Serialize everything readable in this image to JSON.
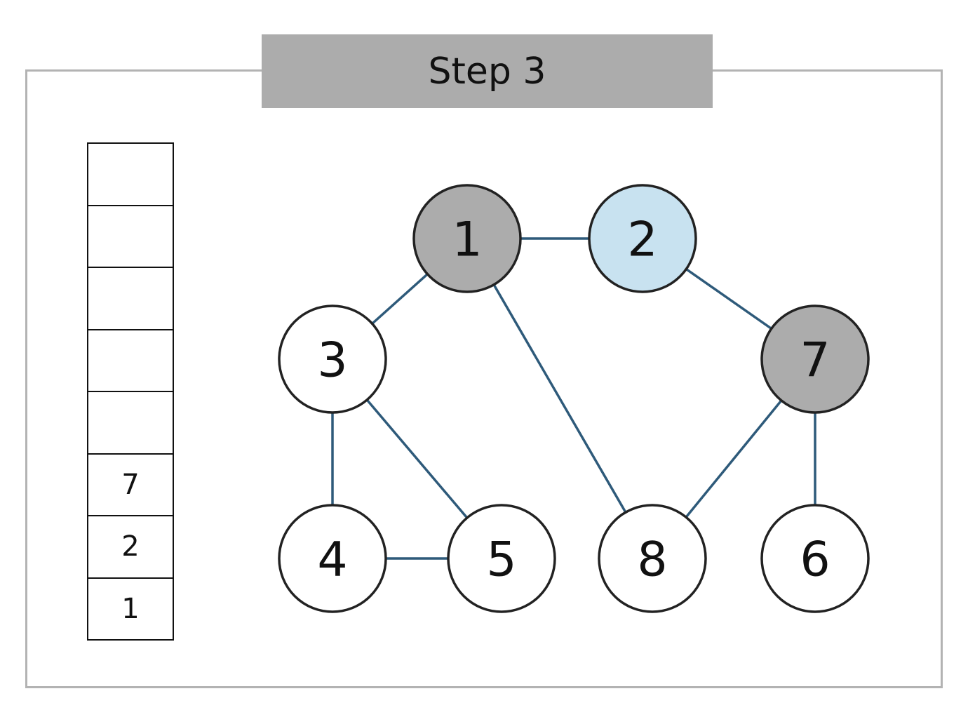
{
  "title": "Step 3",
  "stack": [
    "",
    "",
    "",
    "",
    "",
    "7",
    "2",
    "1"
  ],
  "colors": {
    "visited": "#acacac",
    "current": "#c8e2f0",
    "unvisited": "#ffffff",
    "edge": "#2e5a7a"
  },
  "nodes": [
    {
      "id": "1",
      "label": "1",
      "state": "visited"
    },
    {
      "id": "2",
      "label": "2",
      "state": "current"
    },
    {
      "id": "3",
      "label": "3",
      "state": "unvisited"
    },
    {
      "id": "7",
      "label": "7",
      "state": "visited"
    },
    {
      "id": "4",
      "label": "4",
      "state": "unvisited"
    },
    {
      "id": "5",
      "label": "5",
      "state": "unvisited"
    },
    {
      "id": "8",
      "label": "8",
      "state": "unvisited"
    },
    {
      "id": "6",
      "label": "6",
      "state": "unvisited"
    }
  ],
  "edges": [
    [
      "1",
      "2"
    ],
    [
      "1",
      "3"
    ],
    [
      "1",
      "8"
    ],
    [
      "2",
      "7"
    ],
    [
      "3",
      "4"
    ],
    [
      "3",
      "5"
    ],
    [
      "4",
      "5"
    ],
    [
      "7",
      "8"
    ],
    [
      "7",
      "6"
    ]
  ]
}
